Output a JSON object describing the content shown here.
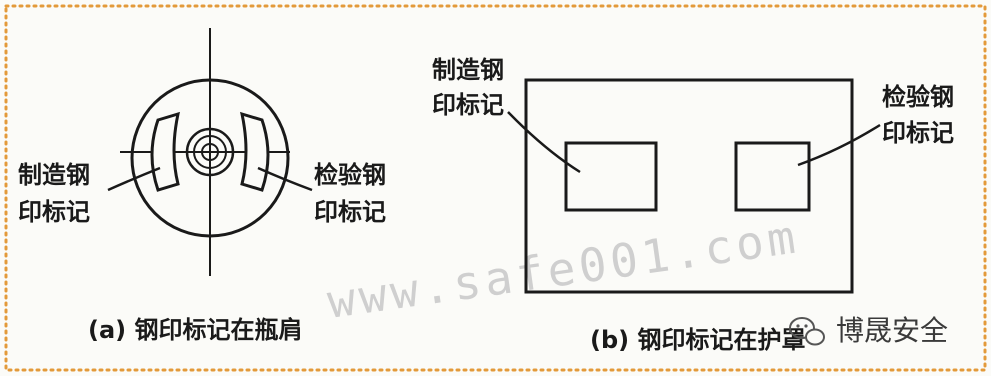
{
  "colors": {
    "border": "#e39a3a",
    "ink": "#1a1a1a",
    "watermark": "#cfcfcf",
    "background": "#fbfbf8"
  },
  "panel_a": {
    "left_label_line1": "制造钢",
    "left_label_line2": "印标记",
    "right_label_line1": "检验钢",
    "right_label_line2": "印标记",
    "caption": "(a) 钢印标记在瓶肩"
  },
  "panel_b": {
    "left_label_line1": "制造钢",
    "left_label_line2": "印标记",
    "right_label_line1": "检验钢",
    "right_label_line2": "印标记",
    "caption": "(b) 钢印标记在护罩"
  },
  "watermark": "www.safe001.com",
  "brand": {
    "icon": "wechat-icon",
    "name": "博晟安全"
  }
}
